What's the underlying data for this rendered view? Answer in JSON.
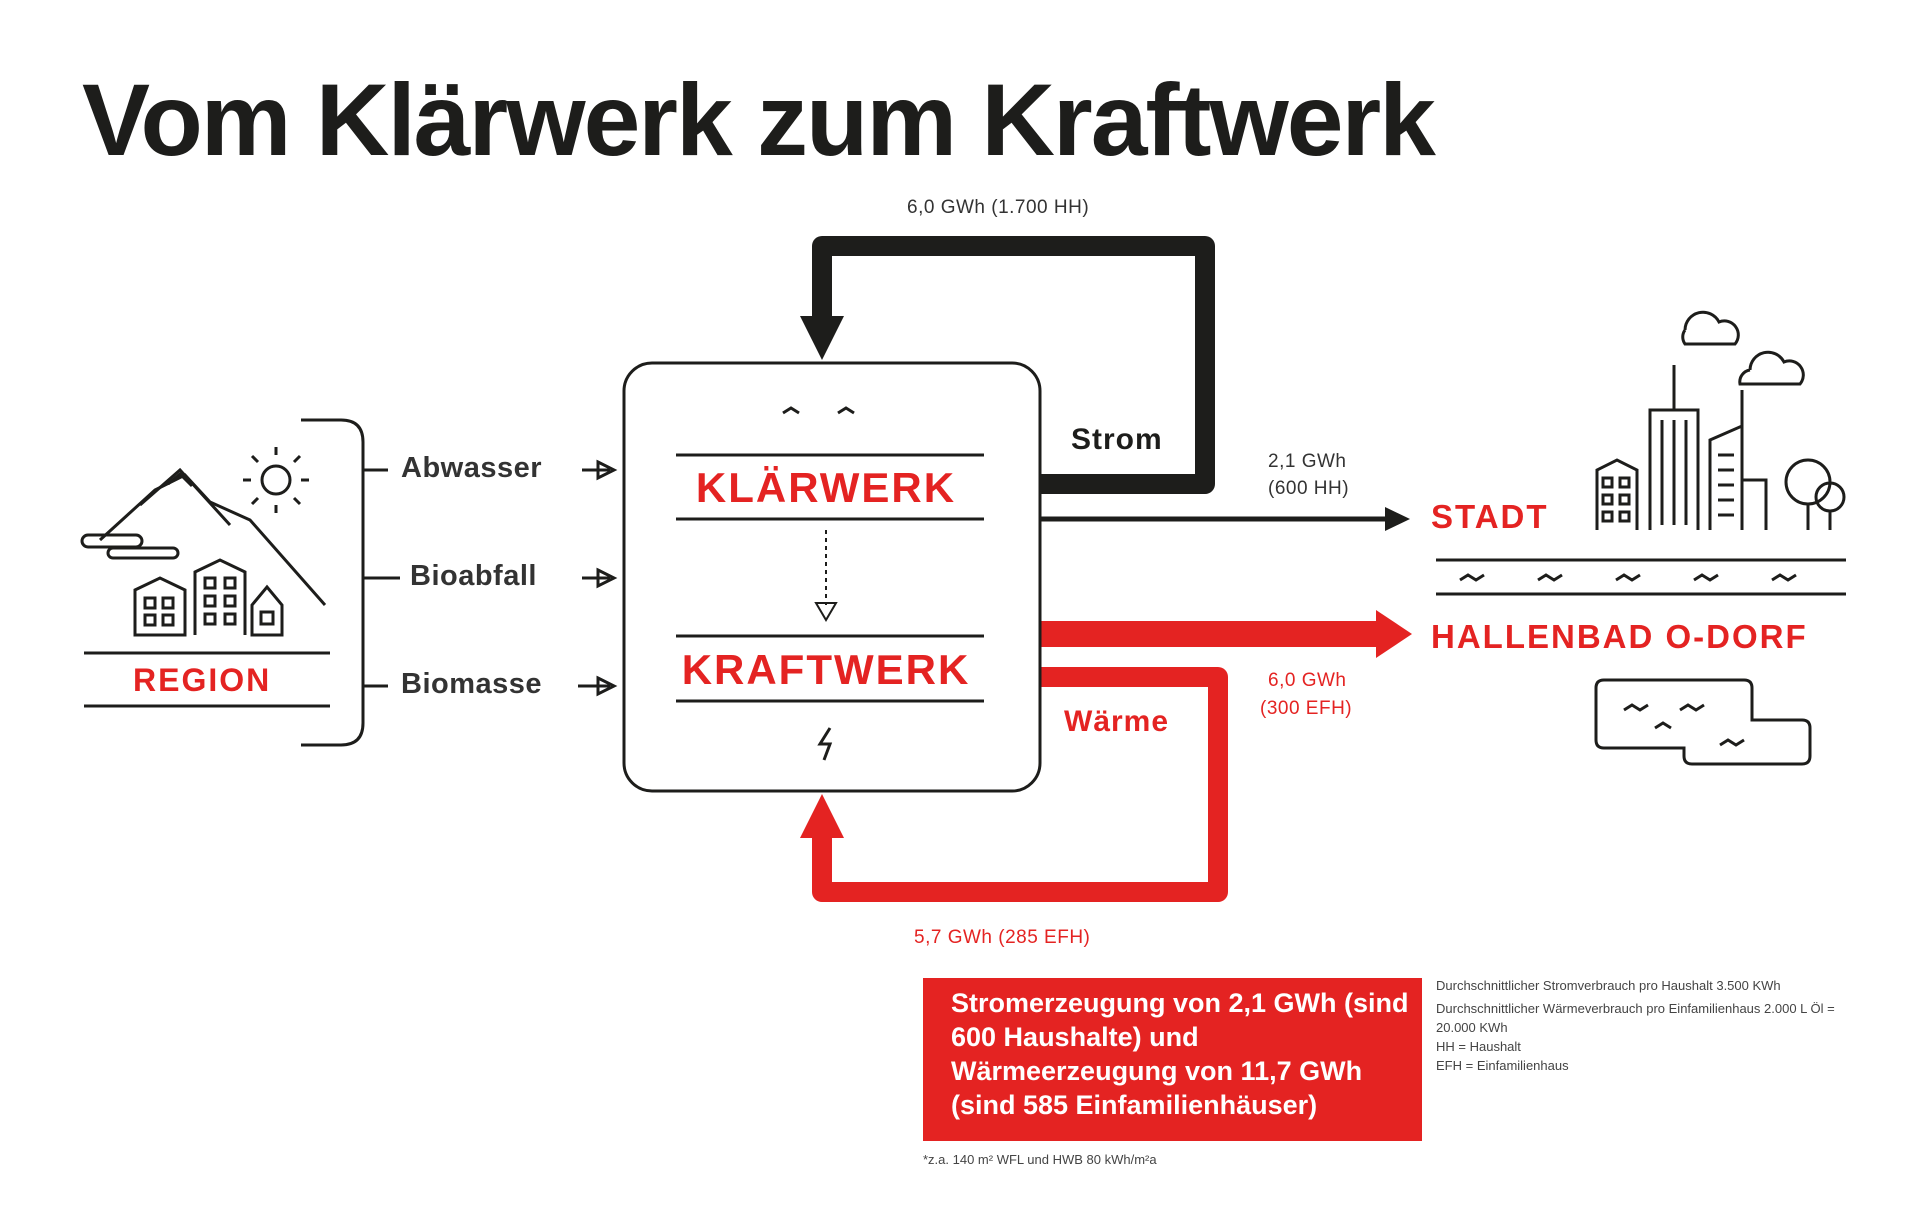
{
  "title": "Vom Klärwerk zum Kraftwerk",
  "colors": {
    "accent": "#e42322",
    "dark": "#1d1d1b"
  },
  "inputs": [
    "Abwasser",
    "Bioabfall",
    "Biomasse"
  ],
  "region_label": "REGION",
  "plant": {
    "top_label": "KLÄRWERK",
    "bottom_label": "KRAFTWERK"
  },
  "flows": {
    "strom_loop": "6,0 GWh (1.700 HH)",
    "strom_label": "Strom",
    "strom_out_line1": "2,1 GWh",
    "strom_out_line2": "(600 HH)",
    "waerme_label": "Wärme",
    "waerme_out_line1": "6,0 GWh",
    "waerme_out_line2": "(300 EFH)",
    "waerme_loop": "5,7 GWh (285 EFH)"
  },
  "destinations": {
    "stadt": "STADT",
    "hallenbad": "HALLENBAD O-DORF"
  },
  "summary": "Stromerzeugung von 2,1 GWh (sind 600 Haushalte) und Wärmeerzeugung von 11,7 GWh (sind 585 Einfamilienhäuser)",
  "notes": [
    "Durchschnittlicher Stromverbrauch pro Haushalt 3.500 KWh",
    "Durchschnittlicher Wärmeverbrauch pro Einfamilienhaus 2.000 L Öl = 20.000 KWh",
    "HH = Haushalt",
    "EFH = Einfamilienhaus"
  ],
  "footnote": "*z.a. 140 m² WFL und HWB 80 kWh/m²a"
}
